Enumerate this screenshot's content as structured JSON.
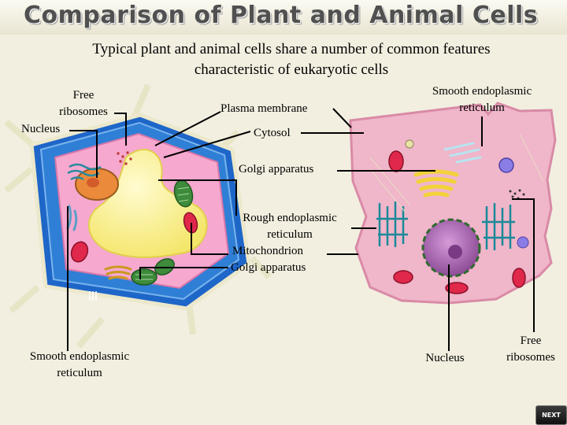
{
  "title": "Comparison of Plant and Animal Cells",
  "subtitle_lines": [
    "Typical plant and animal cells share a number of common features",
    "characteristic of eukaryotic cells"
  ],
  "plant_labels": {
    "free_ribosomes": [
      "Free",
      "ribosomes"
    ],
    "nucleus": "Nucleus",
    "smooth_er": [
      "Smooth endoplasmic",
      "reticulum"
    ]
  },
  "shared_labels": {
    "plasma_membrane": "Plasma membrane",
    "cytosol": "Cytosol",
    "golgi_top": "Golgi apparatus",
    "rough_er": [
      "Rough endoplasmic",
      "reticulum"
    ],
    "mitochondrion": "Mitochondrion",
    "golgi_bottom": "Golgi apparatus"
  },
  "animal_labels": {
    "smooth_er": [
      "Smooth endoplasmic",
      "reticulum"
    ],
    "nucleus": "Nucleus",
    "free_ribosomes": [
      "Free",
      "ribosomes"
    ]
  },
  "next_button": "NEXT",
  "colors": {
    "plant_wall": "#1e66c8",
    "plant_wall_edge": "#e8e4c6",
    "plant_cytosol": "#f6a8cf",
    "vacuole": "#fff17a",
    "animal_cytosol": "#f0b6c9",
    "nucleus": "#b06ab6",
    "golgi": "#f4d23a",
    "mitochondrion": "#e0284b",
    "chloroplast": "#3d8b3b",
    "rough_er": "#1a8a9a",
    "leader_line": "#000000"
  }
}
